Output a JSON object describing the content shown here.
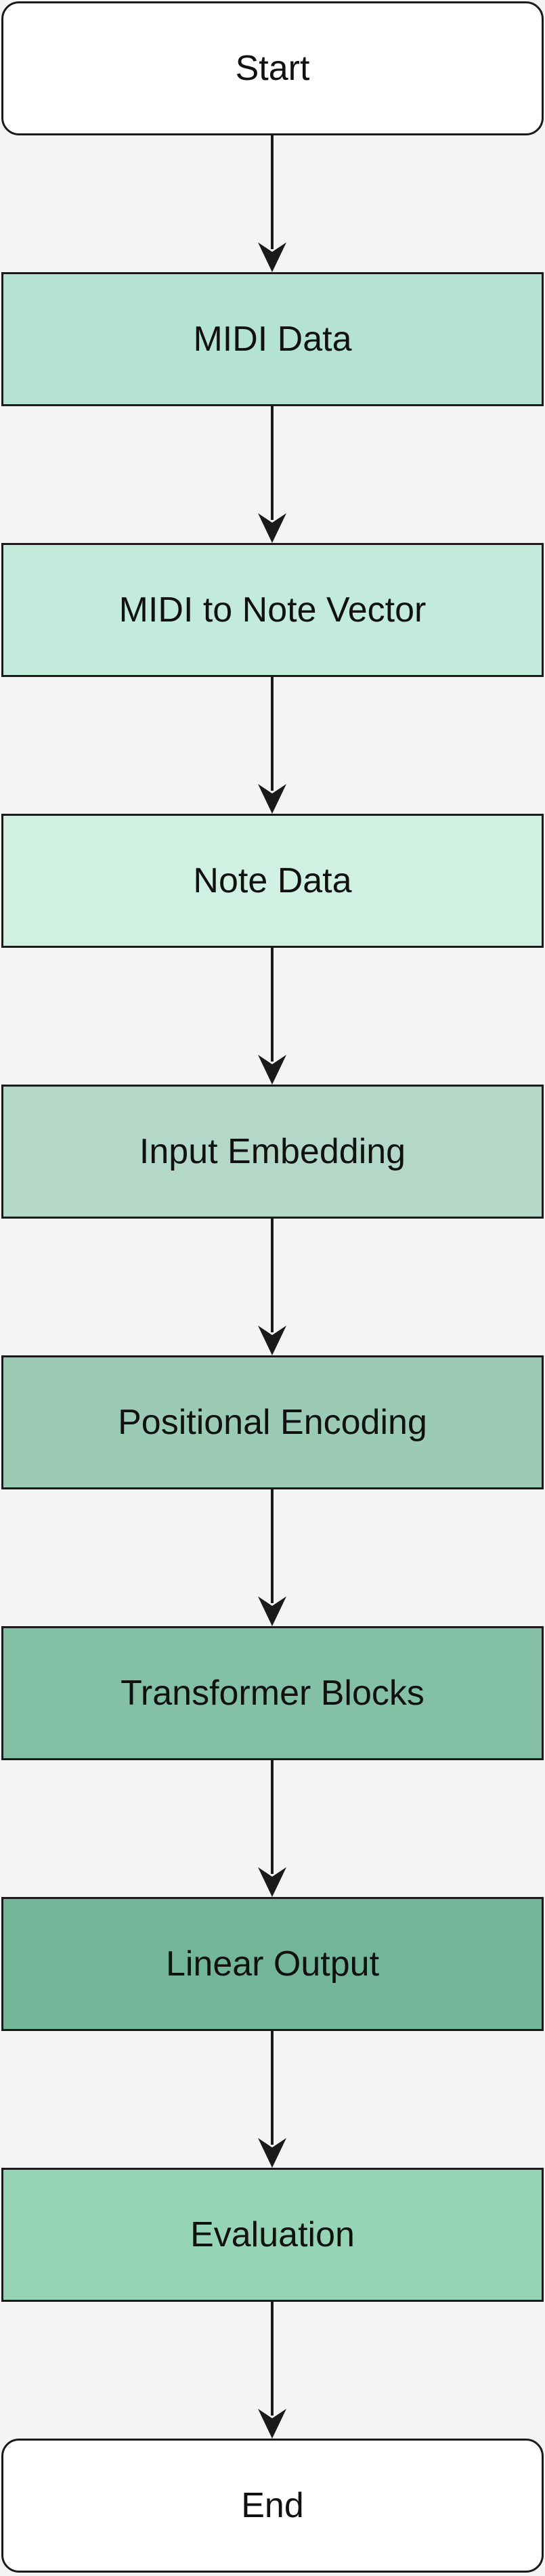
{
  "diagram": {
    "nodes": [
      {
        "id": "start",
        "label": "Start",
        "shape": "terminal",
        "fill": "#ffffff"
      },
      {
        "id": "midi-data",
        "label": "MIDI Data",
        "shape": "process",
        "fill": "#b5e3d3"
      },
      {
        "id": "midi-to-note-vector",
        "label": "MIDI to Note Vector",
        "shape": "process",
        "fill": "#c3ebdb"
      },
      {
        "id": "note-data",
        "label": "Note Data",
        "shape": "process",
        "fill": "#d0f1e2"
      },
      {
        "id": "input-embedding",
        "label": "Input Embedding",
        "shape": "process",
        "fill": "#b3d8c7"
      },
      {
        "id": "positional-encoding",
        "label": "Positional Encoding",
        "shape": "process",
        "fill": "#9bcbb5"
      },
      {
        "id": "transformer-blocks",
        "label": "Transformer Blocks",
        "shape": "process",
        "fill": "#84c0a6"
      },
      {
        "id": "linear-output",
        "label": "Linear Output",
        "shape": "process",
        "fill": "#73b598"
      },
      {
        "id": "evaluation",
        "label": "Evaluation",
        "shape": "process",
        "fill": "#95d5b5"
      },
      {
        "id": "end",
        "label": "End",
        "shape": "terminal",
        "fill": "#ffffff"
      }
    ],
    "edges": [
      {
        "from": "start",
        "to": "midi-data"
      },
      {
        "from": "midi-data",
        "to": "midi-to-note-vector"
      },
      {
        "from": "midi-to-note-vector",
        "to": "note-data"
      },
      {
        "from": "note-data",
        "to": "input-embedding"
      },
      {
        "from": "input-embedding",
        "to": "positional-encoding"
      },
      {
        "from": "positional-encoding",
        "to": "transformer-blocks"
      },
      {
        "from": "transformer-blocks",
        "to": "linear-output"
      },
      {
        "from": "linear-output",
        "to": "evaluation"
      },
      {
        "from": "evaluation",
        "to": "end"
      }
    ],
    "colors": {
      "stroke": "#1a1a1a",
      "background": "#f4f4f4"
    }
  }
}
